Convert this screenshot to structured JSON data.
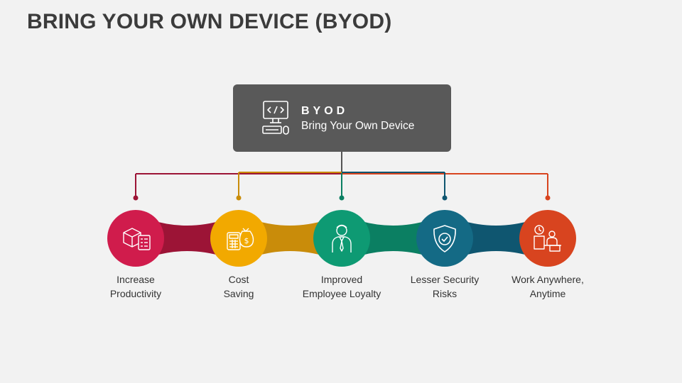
{
  "title": "BRING YOUR OWN DEVICE (BYOD)",
  "center": {
    "abbr": "BYOD",
    "name": "Bring Your Own Device",
    "icon": "computer-code-icon",
    "color": "#595959"
  },
  "items": [
    {
      "lines": [
        "Increase",
        "Productivity"
      ],
      "color": "#d01c4c",
      "icon": "box-checklist-icon"
    },
    {
      "lines": [
        "Cost",
        "Saving"
      ],
      "color": "#f2a900",
      "icon": "calculator-money-bag-icon"
    },
    {
      "lines": [
        "Improved",
        "Employee Loyalty"
      ],
      "color": "#0e9a73",
      "icon": "employee-icon"
    },
    {
      "lines": [
        "Lesser Security",
        "Risks"
      ],
      "color": "#146a85",
      "icon": "shield-check-icon"
    },
    {
      "lines": [
        "Work Anywhere,",
        "Anytime"
      ],
      "color": "#d8441f",
      "icon": "remote-work-icon"
    }
  ],
  "connector_colors": [
    "#9c1436",
    "#c98c0a",
    "#0b7f62",
    "#0f5670"
  ]
}
